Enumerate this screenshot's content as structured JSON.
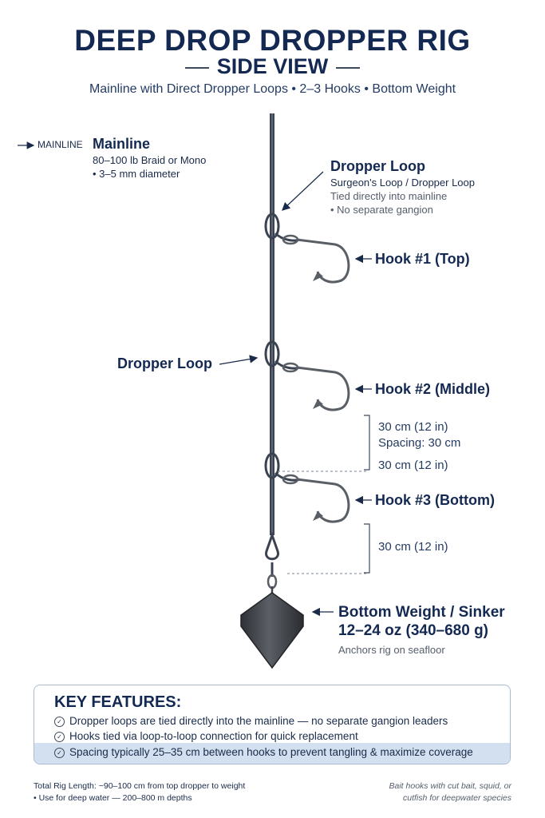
{
  "header": {
    "title": "DEEP DROP DROPPER RIG",
    "subtitle": "SIDE VIEW",
    "tagline": "Mainline with Direct Dropper Loops • 2–3 Hooks • Bottom Weight"
  },
  "mainline": {
    "pointer": "MAINLINE",
    "title": "Mainline",
    "spec": "80–100 lb Braid or Mono",
    "diameter": "• 3–5 mm diameter"
  },
  "dropper_top": {
    "title": "Dropper Loop",
    "line1": "Surgeon's Loop / Dropper Loop",
    "line2": "Tied directly into mainline",
    "line3": "• No separate gangion"
  },
  "dropper_mid": {
    "title": "Dropper Loop"
  },
  "hooks": {
    "hook1": "Hook #1 (Top)",
    "hook2": "Hook #2 (Middle)",
    "hook3": "Hook #3 (Bottom)"
  },
  "spacing": {
    "upper": "30 cm (12 in)",
    "label": "Spacing: 30 cm",
    "mid": "30 cm (12 in)",
    "lower": "30 cm (12 in)"
  },
  "weight": {
    "title": "Bottom Weight / Sinker",
    "spec": "12–24 oz (340–680 g)",
    "note": "Anchors rig on seafloor"
  },
  "key_features": {
    "title": "KEY FEATURES:",
    "items": [
      "Dropper loops are tied directly into the mainline — no separate gangion leaders",
      "Hooks tied via loop-to-loop connection for quick replacement",
      "Spacing typically 25–35 cm between hooks to prevent tangling & maximize coverage"
    ]
  },
  "footer": {
    "left1": "Total Rig Length: ~90–100 cm from top dropper to weight",
    "left2": "• Use for deep water — 200–800 m depths",
    "right1": "Bait hooks with cut bait, squid, or",
    "right2": "cutfish for deepwater species"
  },
  "colors": {
    "navy": "#142952",
    "line": "#3b4250",
    "hook": "#5a5f66",
    "sinker": "#3a3d42"
  }
}
